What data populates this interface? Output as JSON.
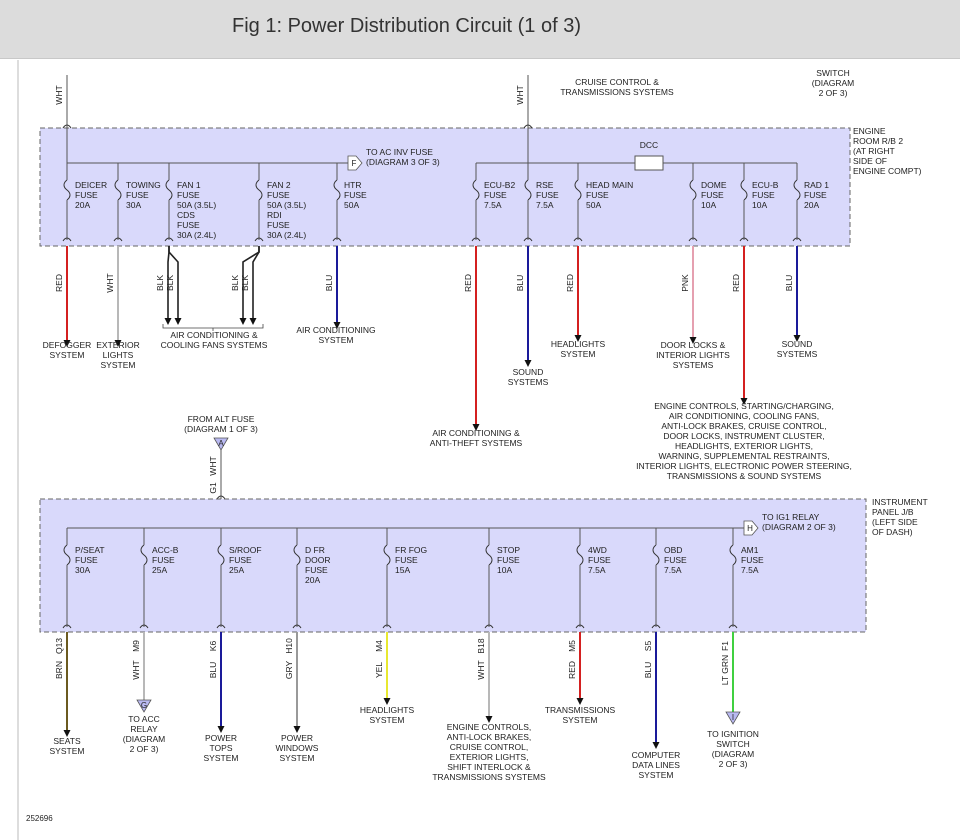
{
  "header": {
    "title": "Fig 1: Power Distribution Circuit (1 of 3)"
  },
  "top_notes": {
    "cruise": [
      "CRUISE CONTROL &",
      "TRANSMISSIONS SYSTEMS"
    ],
    "switch": [
      "SWITCH",
      "(DIAGRAM",
      "2 OF 3)"
    ]
  },
  "top_wires": [
    {
      "id": "left",
      "color_label": "WHT"
    },
    {
      "id": "mid",
      "color_label": "WHT"
    }
  ],
  "engine_box": {
    "label": [
      "ENGINE",
      "ROOM R/B 2",
      "(AT RIGHT",
      "SIDE OF",
      "ENGINE COMPT)"
    ],
    "ac_inv": {
      "connector": "F",
      "text": [
        "TO AC INV FUSE",
        "(DIAGRAM 3 OF 3)"
      ]
    },
    "dcc_label": "DCC",
    "fuses": [
      {
        "id": "deicer",
        "lines": [
          "DEICER",
          "FUSE",
          "20A"
        ]
      },
      {
        "id": "towing",
        "lines": [
          "TOWING",
          "FUSE",
          "30A"
        ]
      },
      {
        "id": "fan1",
        "lines": [
          "FAN 1",
          "FUSE",
          "50A   (3.5L)",
          "CDS",
          "FUSE",
          "30A   (2.4L)"
        ]
      },
      {
        "id": "fan2",
        "lines": [
          "FAN 2",
          "FUSE",
          "50A   (3.5L)",
          "RDI",
          "FUSE",
          "30A   (2.4L)"
        ]
      },
      {
        "id": "htr",
        "lines": [
          "HTR",
          "FUSE",
          "50A"
        ]
      },
      {
        "id": "ecub2",
        "lines": [
          "ECU-B2",
          "FUSE",
          "7.5A"
        ]
      },
      {
        "id": "rse",
        "lines": [
          "RSE",
          "FUSE",
          "7.5A"
        ]
      },
      {
        "id": "headmain",
        "lines": [
          "HEAD MAIN",
          "FUSE",
          "50A"
        ]
      },
      {
        "id": "dome",
        "lines": [
          "DOME",
          "FUSE",
          "10A"
        ]
      },
      {
        "id": "ecub",
        "lines": [
          "ECU-B",
          "FUSE",
          "10A"
        ]
      },
      {
        "id": "rad1",
        "lines": [
          "RAD 1",
          "FUSE",
          "20A"
        ]
      }
    ],
    "wires": [
      {
        "id": "deicer",
        "label": "RED",
        "color": "#d42020"
      },
      {
        "id": "towing",
        "label": "WHT",
        "color": "#b8b8b8"
      },
      {
        "id": "fan1a",
        "label": "BLK",
        "color": "#222222"
      },
      {
        "id": "fan1b",
        "label": "BLK",
        "color": "#222222"
      },
      {
        "id": "fan2a",
        "label": "BLK",
        "color": "#222222"
      },
      {
        "id": "fan2b",
        "label": "BLK",
        "color": "#222222"
      },
      {
        "id": "htr",
        "label": "BLU",
        "color": "#1a1a9a"
      },
      {
        "id": "ecub2",
        "label": "RED",
        "color": "#d42020"
      },
      {
        "id": "rse",
        "label": "BLU",
        "color": "#1a1a9a"
      },
      {
        "id": "headmain",
        "label": "RED",
        "color": "#d42020"
      },
      {
        "id": "dome",
        "label": "PNK",
        "color": "#e5a0b0"
      },
      {
        "id": "ecub",
        "label": "RED",
        "color": "#d42020"
      },
      {
        "id": "rad1",
        "label": "BLU",
        "color": "#1a1a9a"
      }
    ],
    "destinations": [
      {
        "id": "defogger",
        "lines": [
          "DEFOGGER",
          "SYSTEM"
        ]
      },
      {
        "id": "exterior",
        "lines": [
          "EXTERIOR",
          "LIGHTS",
          "SYSTEM"
        ]
      },
      {
        "id": "ac_fans",
        "lines": [
          "AIR CONDITIONING &",
          "COOLING FANS SYSTEMS"
        ]
      },
      {
        "id": "ac",
        "lines": [
          "AIR CONDITIONING",
          "SYSTEM"
        ]
      },
      {
        "id": "ac_theft",
        "lines": [
          "AIR CONDITIONING &",
          "ANTI-THEFT SYSTEMS"
        ]
      },
      {
        "id": "sound1",
        "lines": [
          "SOUND",
          "SYSTEMS"
        ]
      },
      {
        "id": "headlights1",
        "lines": [
          "HEADLIGHTS",
          "SYSTEM"
        ]
      },
      {
        "id": "doorlocks",
        "lines": [
          "DOOR LOCKS &",
          "INTERIOR LIGHTS",
          "SYSTEMS"
        ]
      },
      {
        "id": "sound2",
        "lines": [
          "SOUND",
          "SYSTEMS"
        ]
      },
      {
        "id": "engine_controls",
        "lines": [
          "ENGINE CONTROLS, STARTING/CHARGING,",
          "AIR CONDITIONING, COOLING FANS,",
          "ANTI-LOCK BRAKES, CRUISE CONTROL,",
          "DOOR LOCKS, INSTRUMENT CLUSTER,",
          "HEADLIGHTS, EXTERIOR LIGHTS,",
          "WARNING, SUPPLEMENTAL RESTRAINTS,",
          "INTERIOR LIGHTS, ELECTRONIC POWER STEERING,",
          "TRANSMISSIONS & SOUND SYSTEMS"
        ]
      }
    ]
  },
  "alt_fuse": {
    "lines": [
      "FROM ALT FUSE",
      "(DIAGRAM 1 OF 3)"
    ],
    "connector": "A",
    "wire_label": "WHT",
    "pin": "G1"
  },
  "panel_box": {
    "label": [
      "INSTRUMENT",
      "PANEL J/B",
      "(LEFT SIDE",
      "OF DASH)"
    ],
    "ig1": {
      "connector": "H",
      "text": [
        "TO IG1 RELAY",
        "(DIAGRAM 2 OF 3)"
      ]
    },
    "fuses": [
      {
        "id": "pseat",
        "lines": [
          "P/SEAT",
          "FUSE",
          "30A"
        ]
      },
      {
        "id": "accb",
        "lines": [
          "ACC-B",
          "FUSE",
          "25A"
        ]
      },
      {
        "id": "sroof",
        "lines": [
          "S/ROOF",
          "FUSE",
          "25A"
        ]
      },
      {
        "id": "dfr",
        "lines": [
          "D FR",
          "DOOR",
          "FUSE",
          "20A"
        ]
      },
      {
        "id": "frfog",
        "lines": [
          "FR FOG",
          "FUSE",
          "15A"
        ]
      },
      {
        "id": "stop",
        "lines": [
          "STOP",
          "FUSE",
          "10A"
        ]
      },
      {
        "id": "4wd",
        "lines": [
          "4WD",
          "FUSE",
          "7.5A"
        ]
      },
      {
        "id": "obd",
        "lines": [
          "OBD",
          "FUSE",
          "7.5A"
        ]
      },
      {
        "id": "am1",
        "lines": [
          "AM1",
          "FUSE",
          "7.5A"
        ]
      }
    ],
    "wires": [
      {
        "id": "pseat",
        "pin": "Q13",
        "label": "BRN",
        "color": "#6b5a20"
      },
      {
        "id": "accb",
        "pin": "M9",
        "label": "WHT",
        "color": "#b8b8b8"
      },
      {
        "id": "sroof",
        "pin": "K6",
        "label": "BLU",
        "color": "#1a1a9a"
      },
      {
        "id": "dfr",
        "pin": "H10",
        "label": "GRY",
        "color": "#999999"
      },
      {
        "id": "frfog",
        "pin": "M4",
        "label": "YEL",
        "color": "#e8e830"
      },
      {
        "id": "stop",
        "pin": "B18",
        "label": "WHT",
        "color": "#b8b8b8"
      },
      {
        "id": "4wd",
        "pin": "M5",
        "label": "RED",
        "color": "#d42020"
      },
      {
        "id": "obd",
        "pin": "S5",
        "label": "BLU",
        "color": "#1a1a9a"
      },
      {
        "id": "am1",
        "pin": "F1",
        "label": "LT GRN",
        "color": "#40d040"
      }
    ],
    "destinations": [
      {
        "id": "seats",
        "lines": [
          "SEATS",
          "SYSTEM"
        ]
      },
      {
        "id": "acc_relay",
        "connector": "G",
        "lines": [
          "TO ACC",
          "RELAY",
          "(DIAGRAM",
          "2 OF 3)"
        ]
      },
      {
        "id": "power_tops",
        "lines": [
          "POWER",
          "TOPS",
          "SYSTEM"
        ]
      },
      {
        "id": "power_windows",
        "lines": [
          "POWER",
          "WINDOWS",
          "SYSTEM"
        ]
      },
      {
        "id": "headlights2",
        "lines": [
          "HEADLIGHTS",
          "SYSTEM"
        ]
      },
      {
        "id": "engine2",
        "lines": [
          "ENGINE CONTROLS,",
          "ANTI-LOCK BRAKES,",
          "CRUISE CONTROL,",
          "EXTERIOR LIGHTS,",
          "SHIFT INTERLOCK &",
          "TRANSMISSIONS SYSTEMS"
        ]
      },
      {
        "id": "transmissions",
        "lines": [
          "TRANSMISSIONS",
          "SYSTEM"
        ]
      },
      {
        "id": "computer",
        "lines": [
          "COMPUTER",
          "DATA LINES",
          "SYSTEM"
        ]
      },
      {
        "id": "ign_switch",
        "connector": "I",
        "lines": [
          "TO IGNITION",
          "SWITCH",
          "(DIAGRAM",
          "2 OF 3)"
        ]
      }
    ]
  },
  "figure_id": "252696",
  "colors": {
    "box_fill": "#d9d9fb",
    "box_border": "#666666",
    "header_bg": "#dcdcdc"
  }
}
